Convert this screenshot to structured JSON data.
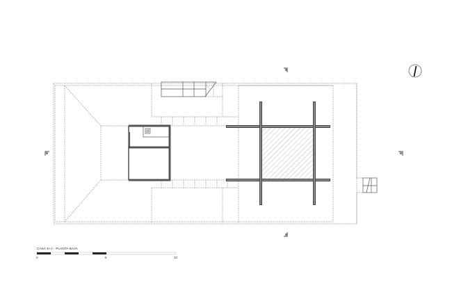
{
  "drawing": {
    "title": "CASA S+J - PLANTA BAJA",
    "type": "floor plan",
    "scale_bar": {
      "labels": [
        "0",
        "5",
        "10"
      ],
      "units": "m"
    },
    "symbols": {
      "north_arrow": "north-arrow-icon",
      "section_markers": [
        "section-marker-top",
        "section-marker-bottom",
        "section-marker-left",
        "section-marker-right"
      ]
    },
    "colors": {
      "lines": "#555555",
      "dashed": "#9a9a9a",
      "hatch": "#888888",
      "background": "#ffffff"
    }
  }
}
